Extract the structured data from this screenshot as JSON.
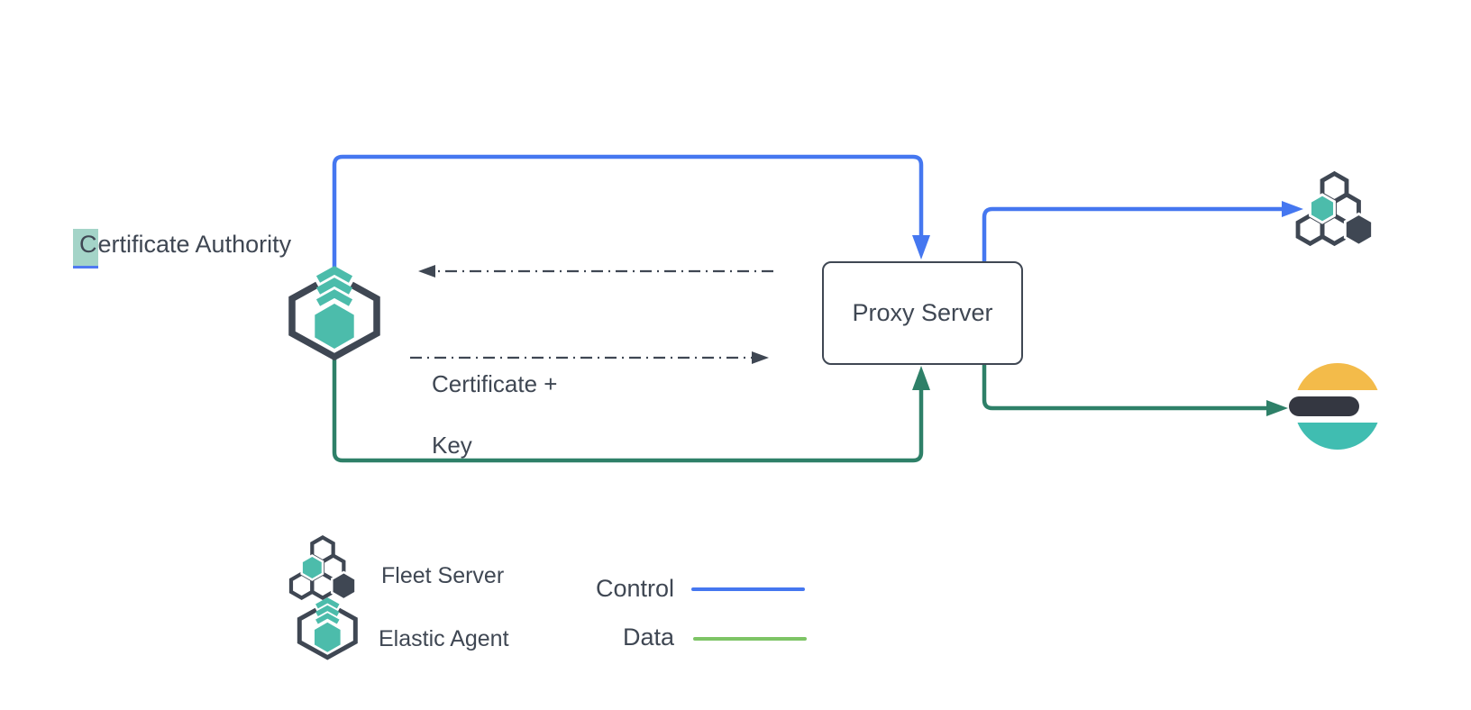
{
  "labels": {
    "certificate_authority": {
      "highlighted": "C",
      "rest": "ertificate Authority"
    },
    "proxy_server": "Proxy Server",
    "certificate_key": [
      "Certificate +",
      "Key"
    ]
  },
  "legend": {
    "fleet_server": "Fleet Server",
    "elastic_agent": "Elastic Agent",
    "control": "Control",
    "data": "Data"
  },
  "icons": {
    "elastic_agent": "elastic-agent-hexagon-icon",
    "fleet_server": "fleet-server-hexagons-icon",
    "elasticsearch": "elasticsearch-logo-icon"
  },
  "colors": {
    "control_blue": "#4577f0",
    "data_green": "#2e8068",
    "legend_data_green": "#7dc465",
    "dark_outline": "#3f4753",
    "teal": "#4cbcab",
    "elasticsearch_yellow": "#f3bb4a",
    "elasticsearch_dark": "#343741",
    "elasticsearch_teal": "#40bdb1",
    "selection_highlight": "#a4d4c8",
    "selection_underline": "#4f79f2",
    "text": "#3f4753"
  }
}
